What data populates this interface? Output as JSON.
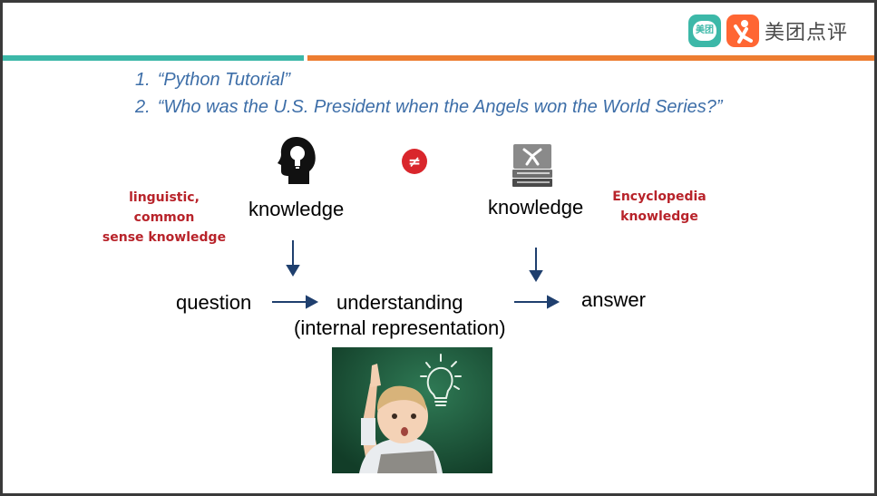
{
  "logo": {
    "icon_label": "美团",
    "brand_text": "美团点评",
    "teal": "#3cb8a8",
    "orange": "#ff6633"
  },
  "questions": [
    {
      "num": "1.",
      "text": "“Python Tutorial”"
    },
    {
      "num": "2.",
      "text": "“Who was the U.S. President when the Angels won the World Series?”"
    }
  ],
  "diagram": {
    "left_knowledge": "knowledge",
    "right_knowledge": "knowledge",
    "left_type": [
      "linguistic, common",
      "sense knowledge"
    ],
    "right_type": [
      "Encyclopedia",
      "knowledge"
    ],
    "not_equal": "≠",
    "question": "question",
    "understanding": "understanding",
    "internal": "(internal representation)",
    "answer": "answer"
  },
  "icons": {
    "head": "head-lightbulb-icon",
    "books": "books-stack-icon",
    "photo": "child-idea-photo"
  },
  "colors": {
    "accent_blue": "#3d6ea8",
    "arrow": "#1f3f6e",
    "red": "#b8232a",
    "neq_red": "#d9262c"
  }
}
